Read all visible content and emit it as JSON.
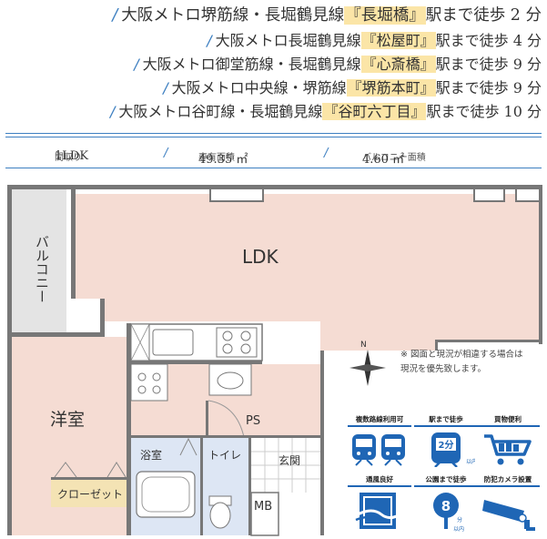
{
  "stations": [
    {
      "line": "大阪メトロ堺筋線・長堀鶴見線",
      "station": "『長堀橋』",
      "walk": "駅まで徒歩 2 分"
    },
    {
      "line": "大阪メトロ長堀鶴見線",
      "station": "『松屋町』",
      "walk": "駅まで徒歩 4 分"
    },
    {
      "line": "大阪メトロ御堂筋線・長堀鶴見線",
      "station": "『心斎橋』",
      "walk": "駅まで徒歩 9 分"
    },
    {
      "line": "大阪メトロ中央線・堺筋線",
      "station": "『堺筋本町』",
      "walk": "駅まで徒歩 9 分"
    },
    {
      "line": "大阪メトロ谷町線・長堀鶴見線",
      "station": "『谷町六丁目』",
      "walk": "駅まで徒歩 10 分"
    }
  ],
  "info": {
    "layout_label": "間取り",
    "layout_value": "1LDK",
    "area_label": "専有面積",
    "area_value": "49.35 ㎡",
    "balcony_label": "バルコニー面積",
    "balcony_value": "4.60 ㎡",
    "separator": "/"
  },
  "rooms": {
    "ldk": "LDK",
    "balcony": "バルコニー",
    "western": "洋室",
    "closet": "クローゼット",
    "bath": "浴室",
    "toilet": "トイレ",
    "entrance": "玄関",
    "ps": "PS",
    "mb": "MB",
    "compass": "N"
  },
  "note": [
    "※ 図面と現況が相違する場合は",
    "現況を優先致します。"
  ],
  "features": [
    {
      "title": "複数路線利用可",
      "icon": "train-icon"
    },
    {
      "title": "駅まで徒歩",
      "icon": "walk-icon",
      "value": "2分",
      "sub": "以内"
    },
    {
      "title": "買物便利",
      "icon": "cart-icon"
    },
    {
      "title": "通風良好",
      "icon": "wind-icon"
    },
    {
      "title": "公園まで徒歩",
      "icon": "park-icon",
      "value": "8",
      "unit": "分",
      "sub": "以内"
    },
    {
      "title": "防犯カメラ設置",
      "icon": "camera-icon"
    }
  ],
  "colors": {
    "accent": "#3d7fc1",
    "highlight": "#fbe5a7",
    "room": "#f5dcd3",
    "wall": "#6a6a6a",
    "balcony": "#e4e4e4",
    "closet": "#f4e3b4",
    "bath": "#dde6f4",
    "icon": "#1f66b5"
  }
}
